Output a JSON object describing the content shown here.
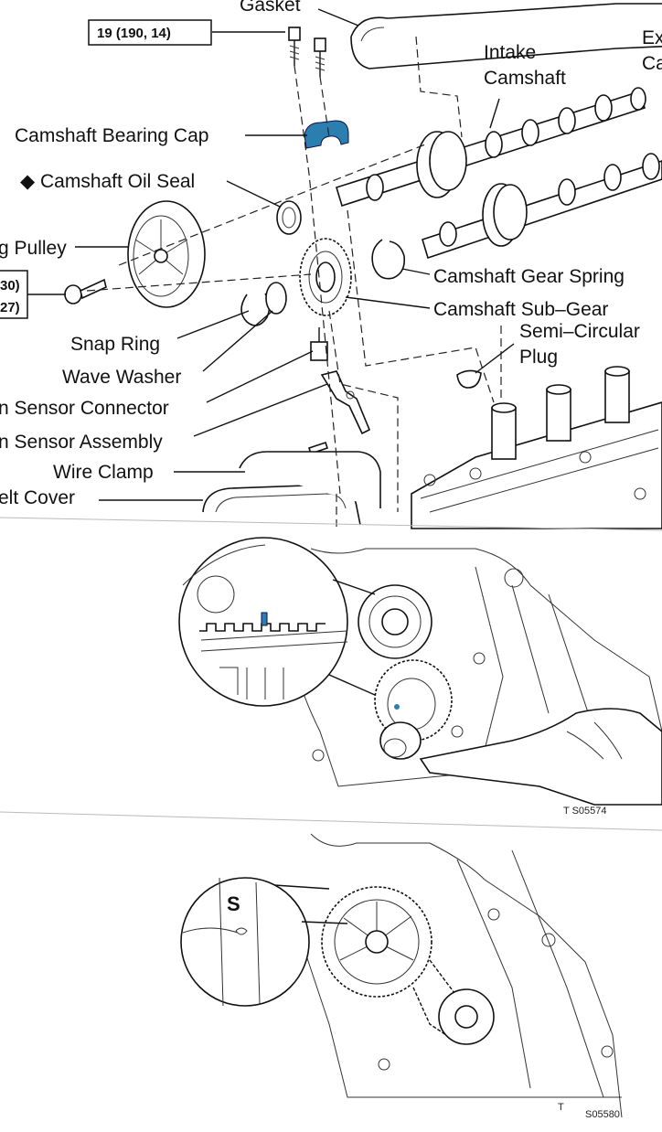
{
  "top_figure": {
    "torque_spec": "19 (190, 14)",
    "torque_spec_partial": "30)",
    "torque_spec_partial2": "27)",
    "labels": {
      "gasket": "Gasket",
      "intake_camshaft_line1": "Intake",
      "intake_camshaft_line2": "Camshaft",
      "exhaust_partial_line1": "Ex",
      "exhaust_partial_line2": "Ca",
      "camshaft_bearing_cap": "Camshaft Bearing Cap",
      "camshaft_oil_seal": "◆ Camshaft Oil Seal",
      "timing_pulley_partial": "g Pulley",
      "snap_ring": "Snap Ring",
      "wave_washer": "Wave Washer",
      "sensor_connector_partial": "n Sensor Connector",
      "sensor_assembly_partial": "n Sensor Assembly",
      "wire_clamp": "Wire Clamp",
      "belt_cover_partial": "elt Cover",
      "camshaft_gear_spring": "Camshaft Gear Spring",
      "camshaft_sub_gear": "Camshaft Sub–Gear",
      "semi_circular_plug_line1": "Semi–Circular",
      "semi_circular_plug_line2": "Plug"
    }
  },
  "middle_figure": {
    "code": "T   S05574"
  },
  "bottom_figure": {
    "mark": "S",
    "code": "S05580",
    "code_prefix": "T"
  },
  "colors": {
    "highlight": "#2b7fb0",
    "ink": "#111111"
  }
}
